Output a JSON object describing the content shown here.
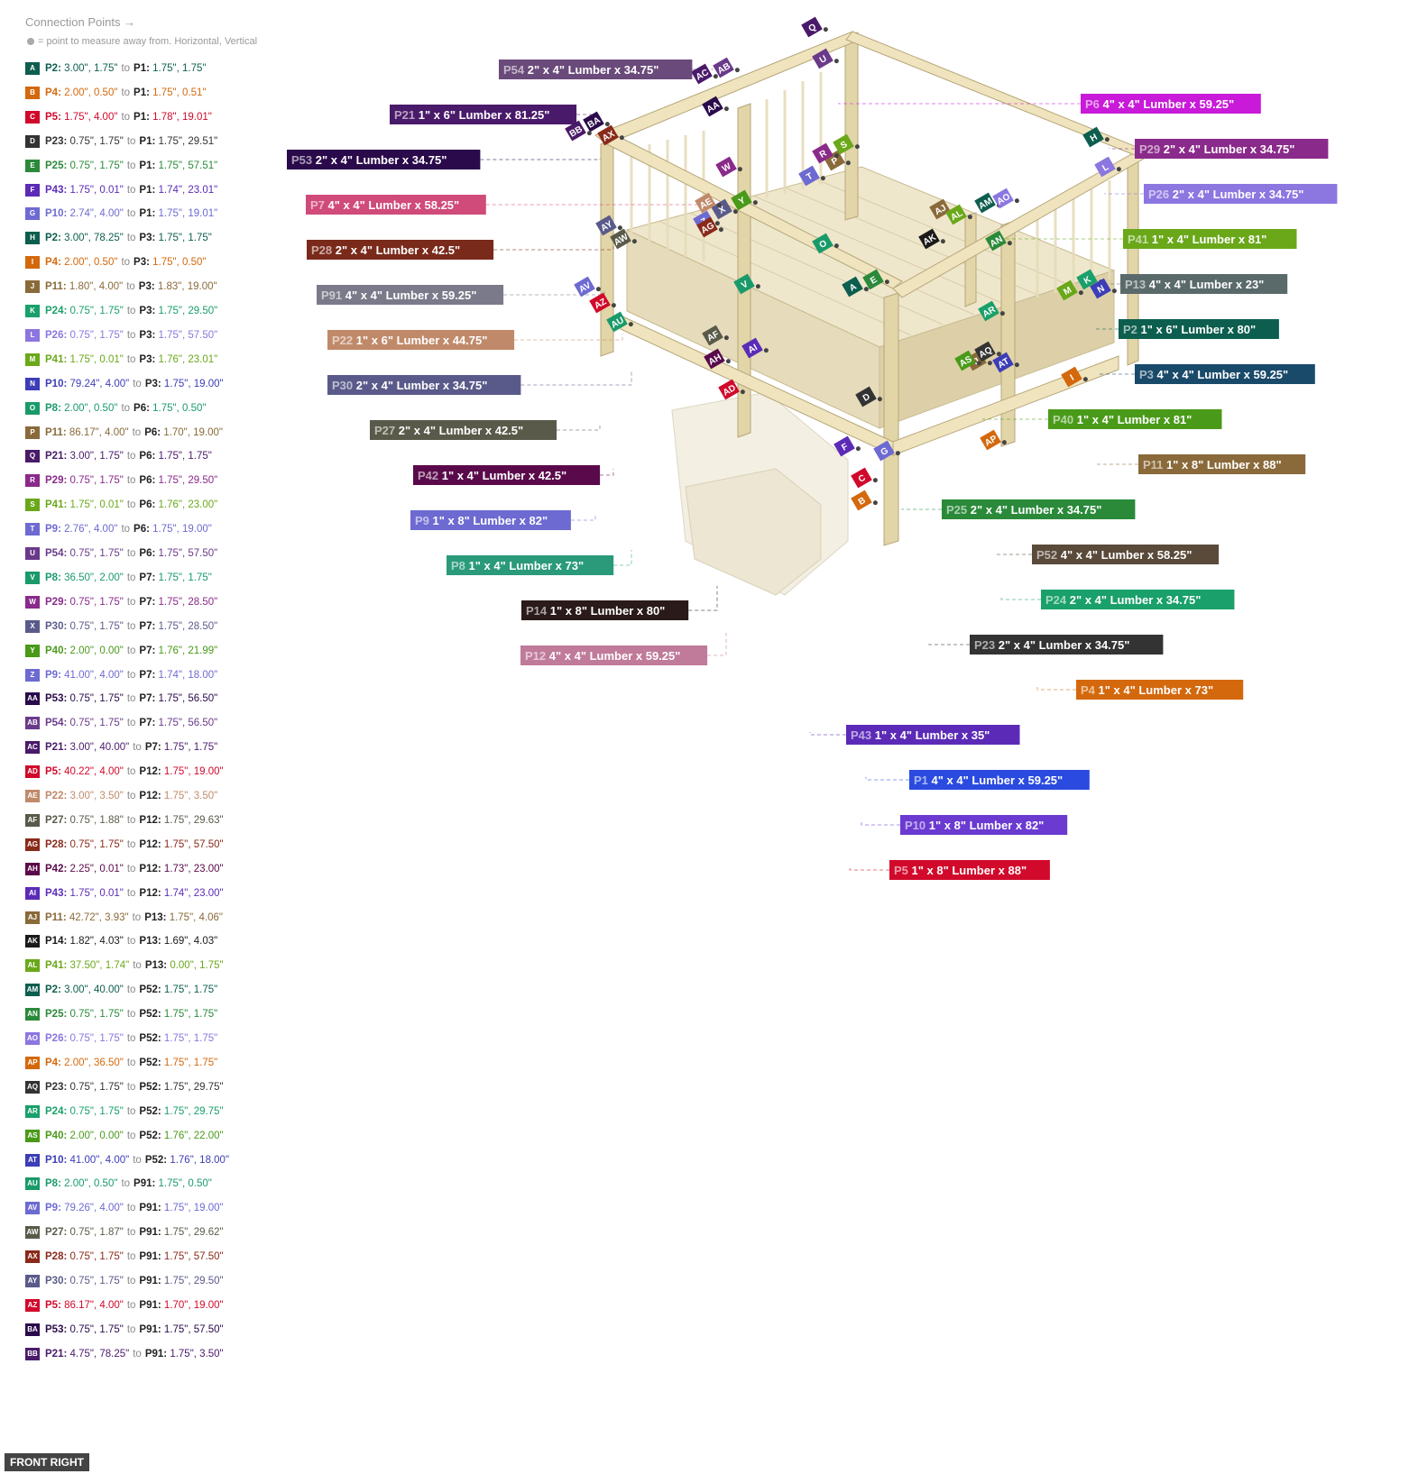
{
  "legend": {
    "title": "Connection Points →",
    "subtitle": "= point to measure away from. Horizontal, Vertical",
    "connector_word": "to",
    "items": [
      {
        "code": "A",
        "color": "#0d5e4e",
        "a": "P2:",
        "a_val": "3.00\", 1.75\"",
        "b": "P1:",
        "b_val": "1.75\", 1.75\""
      },
      {
        "code": "B",
        "color": "#d4680c",
        "a": "P4:",
        "a_val": "2.00\", 0.50\"",
        "b": "P1:",
        "b_val": "1.75\", 0.51\""
      },
      {
        "code": "C",
        "color": "#d1092b",
        "a": "P5:",
        "a_val": "1.75\", 4.00\"",
        "b": "P1:",
        "b_val": "1.78\", 19.01\""
      },
      {
        "code": "D",
        "color": "#333333",
        "a": "P23:",
        "a_val": "0.75\", 1.75\"",
        "b": "P1:",
        "b_val": "1.75\", 29.51\""
      },
      {
        "code": "E",
        "color": "#2a8a3a",
        "a": "P25:",
        "a_val": "0.75\", 1.75\"",
        "b": "P1:",
        "b_val": "1.75\", 57.51\""
      },
      {
        "code": "F",
        "color": "#5b2bb7",
        "a": "P43:",
        "a_val": "1.75\", 0.01\"",
        "b": "P1:",
        "b_val": "1.74\", 23.01\""
      },
      {
        "code": "G",
        "color": "#6d6ad1",
        "a": "P10:",
        "a_val": "2.74\", 4.00\"",
        "b": "P1:",
        "b_val": "1.75\", 19.01\""
      },
      {
        "code": "H",
        "color": "#0d5e4e",
        "a": "P2:",
        "a_val": "3.00\", 78.25\"",
        "b": "P3:",
        "b_val": "1.75\", 1.75\""
      },
      {
        "code": "I",
        "color": "#d4680c",
        "a": "P4:",
        "a_val": "2.00\", 0.50\"",
        "b": "P3:",
        "b_val": "1.75\", 0.50\""
      },
      {
        "code": "J",
        "color": "#8a6a3a",
        "a": "P11:",
        "a_val": "1.80\", 4.00\"",
        "b": "P3:",
        "b_val": "1.83\", 19.00\""
      },
      {
        "code": "K",
        "color": "#1aa06a",
        "a": "P24:",
        "a_val": "0.75\", 1.75\"",
        "b": "P3:",
        "b_val": "1.75\", 29.50\""
      },
      {
        "code": "L",
        "color": "#8c76e0",
        "a": "P26:",
        "a_val": "0.75\", 1.75\"",
        "b": "P3:",
        "b_val": "1.75\", 57.50\""
      },
      {
        "code": "M",
        "color": "#6aa81a",
        "a": "P41:",
        "a_val": "1.75\", 0.01\"",
        "b": "P3:",
        "b_val": "1.76\", 23.01\""
      },
      {
        "code": "N",
        "color": "#3d3db7",
        "a": "P10:",
        "a_val": "79.24\", 4.00\"",
        "b": "P3:",
        "b_val": "1.75\", 19.00\""
      },
      {
        "code": "O",
        "color": "#1a9a6a",
        "a": "P8:",
        "a_val": "2.00\", 0.50\"",
        "b": "P6:",
        "b_val": "1.75\", 0.50\""
      },
      {
        "code": "P",
        "color": "#8a6a3a",
        "a": "P11:",
        "a_val": "86.17\", 4.00\"",
        "b": "P6:",
        "b_val": "1.70\", 19.00\""
      },
      {
        "code": "Q",
        "color": "#4a1a6a",
        "a": "P21:",
        "a_val": "3.00\", 1.75\"",
        "b": "P6:",
        "b_val": "1.75\", 1.75\""
      },
      {
        "code": "R",
        "color": "#8a2a8a",
        "a": "P29:",
        "a_val": "0.75\", 1.75\"",
        "b": "P6:",
        "b_val": "1.75\", 29.50\""
      },
      {
        "code": "S",
        "color": "#6aa81a",
        "a": "P41:",
        "a_val": "1.75\", 0.01\"",
        "b": "P6:",
        "b_val": "1.76\", 23.00\""
      },
      {
        "code": "T",
        "color": "#6d6ad1",
        "a": "P9:",
        "a_val": "2.76\", 4.00\"",
        "b": "P6:",
        "b_val": "1.75\", 19.00\""
      },
      {
        "code": "U",
        "color": "#6a3a8a",
        "a": "P54:",
        "a_val": "0.75\", 1.75\"",
        "b": "P6:",
        "b_val": "1.75\", 57.50\""
      },
      {
        "code": "V",
        "color": "#1a9a6a",
        "a": "P8:",
        "a_val": "36.50\", 2.00\"",
        "b": "P7:",
        "b_val": "1.75\", 1.75\""
      },
      {
        "code": "W",
        "color": "#8a2a8a",
        "a": "P29:",
        "a_val": "0.75\", 1.75\"",
        "b": "P7:",
        "b_val": "1.75\", 28.50\""
      },
      {
        "code": "X",
        "color": "#5a5a8a",
        "a": "P30:",
        "a_val": "0.75\", 1.75\"",
        "b": "P7:",
        "b_val": "1.75\", 28.50\""
      },
      {
        "code": "Y",
        "color": "#4a9a1a",
        "a": "P40:",
        "a_val": "2.00\", 0.00\"",
        "b": "P7:",
        "b_val": "1.76\", 21.99\""
      },
      {
        "code": "Z",
        "color": "#6d6ad1",
        "a": "P9:",
        "a_val": "41.00\", 4.00\"",
        "b": "P7:",
        "b_val": "1.74\", 18.00\""
      },
      {
        "code": "AA",
        "color": "#2a0a4a",
        "a": "P53:",
        "a_val": "0.75\", 1.75\"",
        "b": "P7:",
        "b_val": "1.75\", 56.50\""
      },
      {
        "code": "AB",
        "color": "#6a3a8a",
        "a": "P54:",
        "a_val": "0.75\", 1.75\"",
        "b": "P7:",
        "b_val": "1.75\", 56.50\""
      },
      {
        "code": "AC",
        "color": "#4a1a6a",
        "a": "P21:",
        "a_val": "3.00\", 40.00\"",
        "b": "P7:",
        "b_val": "1.75\", 1.75\""
      },
      {
        "code": "AD",
        "color": "#d1092b",
        "a": "P5:",
        "a_val": "40.22\", 4.00\"",
        "b": "P12:",
        "b_val": "1.75\", 19.00\""
      },
      {
        "code": "AE",
        "color": "#c08a6a",
        "a": "P22:",
        "a_val": "3.00\", 3.50\"",
        "b": "P12:",
        "b_val": "1.75\", 3.50\""
      },
      {
        "code": "AF",
        "color": "#5a5a4a",
        "a": "P27:",
        "a_val": "0.75\", 1.88\"",
        "b": "P12:",
        "b_val": "1.75\", 29.63\""
      },
      {
        "code": "AG",
        "color": "#8a2a1a",
        "a": "P28:",
        "a_val": "0.75\", 1.75\"",
        "b": "P12:",
        "b_val": "1.75\", 57.50\""
      },
      {
        "code": "AH",
        "color": "#5a0a4a",
        "a": "P42:",
        "a_val": "2.25\", 0.01\"",
        "b": "P12:",
        "b_val": "1.73\", 23.00\""
      },
      {
        "code": "AI",
        "color": "#5b2bb7",
        "a": "P43:",
        "a_val": "1.75\", 0.01\"",
        "b": "P12:",
        "b_val": "1.74\", 23.00\""
      },
      {
        "code": "AJ",
        "color": "#8a6a3a",
        "a": "P11:",
        "a_val": "42.72\", 3.93\"",
        "b": "P13:",
        "b_val": "1.75\", 4.06\""
      },
      {
        "code": "AK",
        "color": "#1a1a1a",
        "a": "P14:",
        "a_val": "1.82\", 4.03\"",
        "b": "P13:",
        "b_val": "1.69\", 4.03\""
      },
      {
        "code": "AL",
        "color": "#6aa81a",
        "a": "P41:",
        "a_val": "37.50\", 1.74\"",
        "b": "P13:",
        "b_val": "0.00\", 1.75\""
      },
      {
        "code": "AM",
        "color": "#0d5e4e",
        "a": "P2:",
        "a_val": "3.00\", 40.00\"",
        "b": "P52:",
        "b_val": "1.75\", 1.75\""
      },
      {
        "code": "AN",
        "color": "#2a8a3a",
        "a": "P25:",
        "a_val": "0.75\", 1.75\"",
        "b": "P52:",
        "b_val": "1.75\", 1.75\""
      },
      {
        "code": "AO",
        "color": "#8c76e0",
        "a": "P26:",
        "a_val": "0.75\", 1.75\"",
        "b": "P52:",
        "b_val": "1.75\", 1.75\""
      },
      {
        "code": "AP",
        "color": "#d4680c",
        "a": "P4:",
        "a_val": "2.00\", 36.50\"",
        "b": "P52:",
        "b_val": "1.75\", 1.75\""
      },
      {
        "code": "AQ",
        "color": "#333333",
        "a": "P23:",
        "a_val": "0.75\", 1.75\"",
        "b": "P52:",
        "b_val": "1.75\", 29.75\""
      },
      {
        "code": "AR",
        "color": "#1aa06a",
        "a": "P24:",
        "a_val": "0.75\", 1.75\"",
        "b": "P52:",
        "b_val": "1.75\", 29.75\""
      },
      {
        "code": "AS",
        "color": "#4a9a1a",
        "a": "P40:",
        "a_val": "2.00\", 0.00\"",
        "b": "P52:",
        "b_val": "1.76\", 22.00\""
      },
      {
        "code": "AT",
        "color": "#3d3db7",
        "a": "P10:",
        "a_val": "41.00\", 4.00\"",
        "b": "P52:",
        "b_val": "1.76\", 18.00\""
      },
      {
        "code": "AU",
        "color": "#1a9a6a",
        "a": "P8:",
        "a_val": "2.00\", 0.50\"",
        "b": "P91:",
        "b_val": "1.75\", 0.50\""
      },
      {
        "code": "AV",
        "color": "#6d6ad1",
        "a": "P9:",
        "a_val": "79.26\", 4.00\"",
        "b": "P91:",
        "b_val": "1.75\", 19.00\""
      },
      {
        "code": "AW",
        "color": "#5a5a4a",
        "a": "P27:",
        "a_val": "0.75\", 1.87\"",
        "b": "P91:",
        "b_val": "1.75\", 29.62\""
      },
      {
        "code": "AX",
        "color": "#8a2a1a",
        "a": "P28:",
        "a_val": "0.75\", 1.75\"",
        "b": "P91:",
        "b_val": "1.75\", 57.50\""
      },
      {
        "code": "AY",
        "color": "#5a5a8a",
        "a": "P30:",
        "a_val": "0.75\", 1.75\"",
        "b": "P91:",
        "b_val": "1.75\", 29.50\""
      },
      {
        "code": "AZ",
        "color": "#d1092b",
        "a": "P5:",
        "a_val": "86.17\", 4.00\"",
        "b": "P91:",
        "b_val": "1.70\", 19.00\""
      },
      {
        "code": "BA",
        "color": "#2a0a4a",
        "a": "P53:",
        "a_val": "0.75\", 1.75\"",
        "b": "P91:",
        "b_val": "1.75\", 57.50\""
      },
      {
        "code": "BB",
        "color": "#4a1a6a",
        "a": "P21:",
        "a_val": "4.75\", 78.25\"",
        "b": "P91:",
        "b_val": "1.75\", 3.50\""
      }
    ]
  },
  "parts": [
    {
      "id": "P54",
      "desc": "2\" x 4\" Lumber  x 34.75\"",
      "color": "#6a4a7a"
    },
    {
      "id": "P21",
      "desc": "1\" x 6\" Lumber x 81.25\"",
      "color": "#4a1a6a"
    },
    {
      "id": "P53",
      "desc": "2\" x 4\" Lumber  x 34.75\"",
      "color": "#2a0a4a"
    },
    {
      "id": "P7",
      "desc": "4\" x 4\" Lumber x 58.25\"",
      "color": "#d04a7a"
    },
    {
      "id": "P28",
      "desc": "2\" x 4\" Lumber  x 42.5\"",
      "color": "#7a2a1a"
    },
    {
      "id": "P91",
      "desc": "4\" x 4\" Lumber x 59.25\"",
      "color": "#7a7a8a"
    },
    {
      "id": "P22",
      "desc": "1\" x 6\" Lumber x 44.75\"",
      "color": "#c08a6a"
    },
    {
      "id": "P30",
      "desc": "2\" x 4\" Lumber  x 34.75\"",
      "color": "#5a5a8a"
    },
    {
      "id": "P27",
      "desc": "2\" x 4\" Lumber  x 42.5\"",
      "color": "#5a5a4a"
    },
    {
      "id": "P42",
      "desc": "1\" x 4\" Lumber  x 42.5\"",
      "color": "#5a0a4a"
    },
    {
      "id": "P9",
      "desc": "1\" x 8\" Lumber x 82\"",
      "color": "#6d6ad1"
    },
    {
      "id": "P8",
      "desc": "1\" x 4\" Lumber  x 73\"",
      "color": "#2a9a7a"
    },
    {
      "id": "P14",
      "desc": "1\" x 8\" Lumber x 80\"",
      "color": "#2a1a1a"
    },
    {
      "id": "P12",
      "desc": "4\" x 4\" Lumber x 59.25\"",
      "color": "#c07a9a"
    },
    {
      "id": "P6",
      "desc": "4\" x 4\" Lumber x 59.25\"",
      "color": "#c81ad8"
    },
    {
      "id": "P29",
      "desc": "2\" x 4\" Lumber  x 34.75\"",
      "color": "#8a2a8a"
    },
    {
      "id": "P26",
      "desc": "2\" x 4\" Lumber  x 34.75\"",
      "color": "#8c76e0"
    },
    {
      "id": "P41",
      "desc": "1\" x 4\" Lumber  x 81\"",
      "color": "#6aa81a"
    },
    {
      "id": "P13",
      "desc": "4\" x 4\" Lumber x 23\"",
      "color": "#5a6a6a"
    },
    {
      "id": "P2",
      "desc": "1\" x 6\" Lumber x 80\"",
      "color": "#0d5e4e"
    },
    {
      "id": "P3",
      "desc": "4\" x 4\" Lumber x 59.25\"",
      "color": "#1a4a6a"
    },
    {
      "id": "P40",
      "desc": "1\" x 4\" Lumber  x 81\"",
      "color": "#4a9a1a"
    },
    {
      "id": "P11",
      "desc": "1\" x 8\" Lumber x 88\"",
      "color": "#8a6a3a"
    },
    {
      "id": "P25",
      "desc": "2\" x 4\" Lumber  x 34.75\"",
      "color": "#2a8a3a"
    },
    {
      "id": "P52",
      "desc": "4\" x 4\" Lumber x 58.25\"",
      "color": "#5a4a3a"
    },
    {
      "id": "P24",
      "desc": "2\" x 4\" Lumber  x 34.75\"",
      "color": "#1aa06a"
    },
    {
      "id": "P23",
      "desc": "2\" x 4\" Lumber  x 34.75\"",
      "color": "#333333"
    },
    {
      "id": "P4",
      "desc": "1\" x 4\" Lumber  x 73\"",
      "color": "#d4680c"
    },
    {
      "id": "P43",
      "desc": "1\" x 4\" Lumber  x 35\"",
      "color": "#5b2bb7"
    },
    {
      "id": "P1",
      "desc": "4\" x 4\" Lumber x 59.25\"",
      "color": "#2a4ae0"
    },
    {
      "id": "P10",
      "desc": "1\" x 8\" Lumber x 82\"",
      "color": "#6a3ad1"
    },
    {
      "id": "P5",
      "desc": "1\" x 8\" Lumber x 88\"",
      "color": "#d1092b"
    }
  ],
  "view_label": "FRONT RIGHT"
}
